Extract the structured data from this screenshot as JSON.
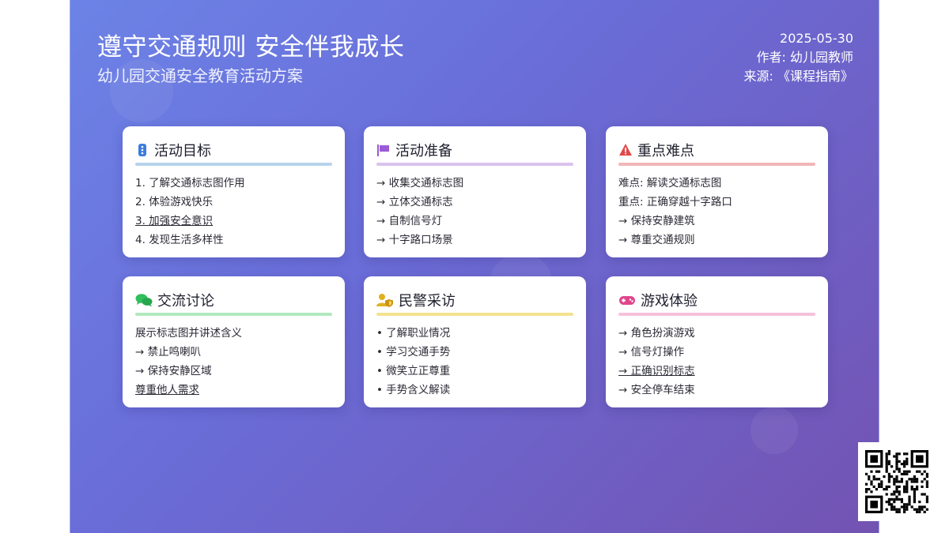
{
  "header": {
    "title": "遵守交通规则 安全伴我成长",
    "subtitle": "幼儿园交通安全教育活动方案",
    "date": "2025-05-30",
    "author": "作者: 幼儿园教师",
    "source": "来源: 《课程指南》"
  },
  "cards": [
    {
      "title": "活动目标",
      "icon": "info-badge-icon",
      "color": "#b8d3ec",
      "items": [
        "1. 了解交通标志图作用",
        "2. 体验游戏快乐",
        "3. 加强安全意识",
        "4. 发现生活多样性"
      ]
    },
    {
      "title": "活动准备",
      "icon": "flag-icon",
      "color": "#dac2ee",
      "items": [
        "→ 收集交通标志图",
        "→ 立体交通标志",
        "→ 自制信号灯",
        "→ 十字路口场景"
      ]
    },
    {
      "title": "重点难点",
      "icon": "warning-icon",
      "color": "#f2b6b6",
      "items": [
        "难点: 解读交通标志图",
        "重点: 正确穿越十字路口",
        "→ 保持安静建筑",
        "→ 尊重交通规则"
      ]
    },
    {
      "title": "交流讨论",
      "icon": "chat-bubbles-icon",
      "color": "#b2e8bf",
      "items": [
        "展示标志图并讲述含义",
        "→ 禁止鸣喇叭",
        "→ 保持安静区域",
        "尊重他人需求"
      ]
    },
    {
      "title": "民警采访",
      "icon": "officer-badge-icon",
      "color": "#f3e291",
      "items": [
        "• 了解职业情况",
        "• 学习交通手势",
        "• 微笑立正尊重",
        "• 手势含义解读"
      ]
    },
    {
      "title": "游戏体验",
      "icon": "gamepad-icon",
      "color": "#f5c1da",
      "items": [
        "→ 角色扮演游戏",
        "→ 信号灯操作",
        "→ 正确识别标志",
        "→ 安全停车结束"
      ]
    }
  ],
  "qr": {
    "icon": "qr-code-icon"
  }
}
